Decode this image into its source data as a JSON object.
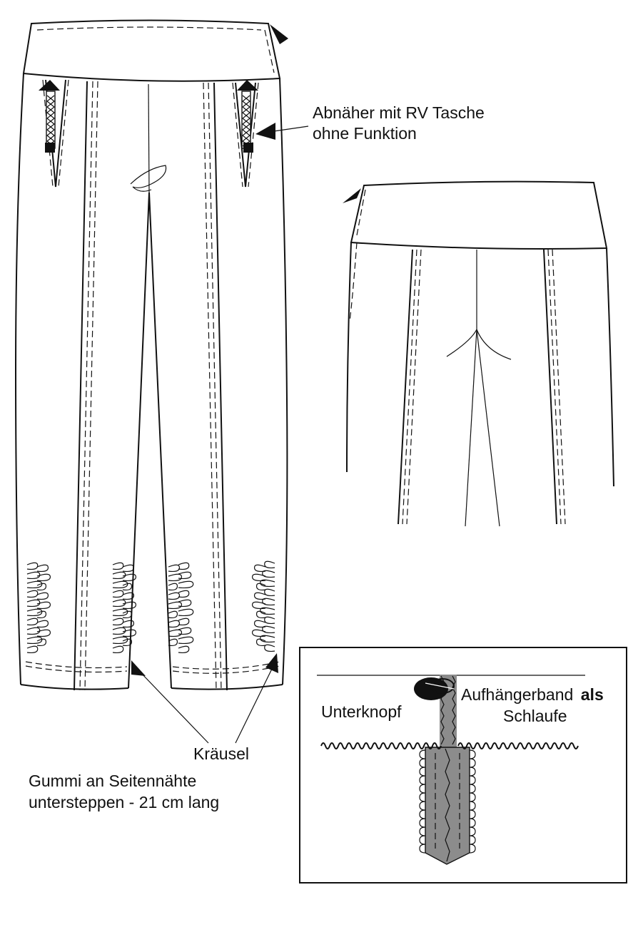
{
  "labels": {
    "dart": [
      "Abnäher mit RV Tasche",
      "ohne Funktion"
    ],
    "ruffle": "Kräusel",
    "elastic": [
      "Gummi an Seitennähte",
      "untersteppen - 21 cm lang"
    ]
  },
  "detail": {
    "underbutton": "Unterknopf",
    "loop_prefix": "Aufhängerband",
    "loop_bold": "als",
    "loop_suffix": "Schlaufe"
  },
  "colors": {
    "line": "#111111",
    "fabric_gray": "#8c8c8c"
  }
}
